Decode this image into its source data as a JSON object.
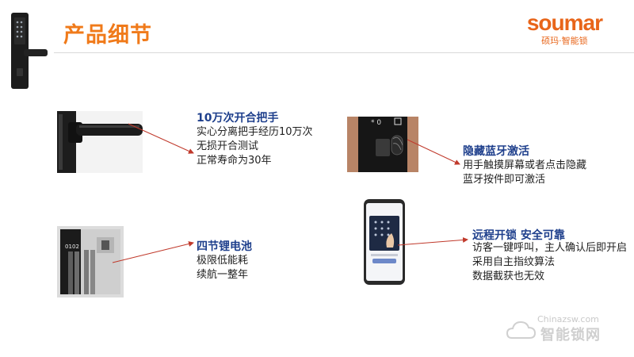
{
  "header": {
    "title": "产品细节",
    "brand_logo": "soumar",
    "brand_sub": "硕玛·智能锁",
    "accent": "#f07a1a",
    "title_color": "#1e3f8c"
  },
  "features": [
    {
      "title": "10万次开合把手",
      "lines": [
        "实心分离把手经历10万次",
        "无损开合测试",
        "正常寿命为30年"
      ]
    },
    {
      "title": "隐藏蓝牙激活",
      "lines": [
        "用手触摸屏幕或者点击隐藏",
        "蓝牙按件即可激活"
      ]
    },
    {
      "title": "四节锂电池",
      "lines": [
        "极限低能耗",
        "续航一整年"
      ]
    },
    {
      "title": "远程开锁 安全可靠",
      "lines": [
        "访客一键呼叫，主人确认后即开启",
        "采用自主指纹算法",
        "数据截获也无效"
      ]
    }
  ],
  "watermark": {
    "top": "Chinazsw.com",
    "main": "智能锁网"
  }
}
